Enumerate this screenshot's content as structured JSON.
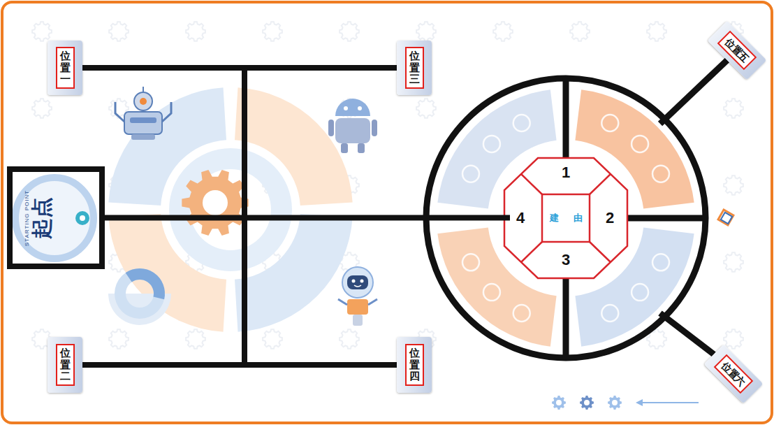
{
  "diagram": {
    "nodes": [
      {
        "text": [
          "位置一"
        ]
      },
      {
        "text": [
          "位置三"
        ]
      },
      {
        "text": [
          "位置五"
        ]
      },
      {
        "text": [
          "起点",
          "STARTING POINT"
        ]
      },
      {
        "text": [
          "1"
        ]
      },
      {
        "text": [
          "4"
        ]
      },
      {
        "text": [
          "建",
          "由"
        ]
      },
      {
        "text": [
          "2"
        ]
      },
      {
        "text": [
          "3"
        ]
      },
      {
        "text": [
          "位置二"
        ]
      },
      {
        "text": [
          "位置四"
        ]
      },
      {
        "text": [
          "位置六"
        ]
      }
    ],
    "edges": [
      {
        "from": 0,
        "to": 1,
        "arrow": "none"
      },
      {
        "from": 3,
        "to": 5,
        "arrow": "none"
      },
      {
        "from": 9,
        "to": 10,
        "arrow": "none"
      }
    ]
  }
}
